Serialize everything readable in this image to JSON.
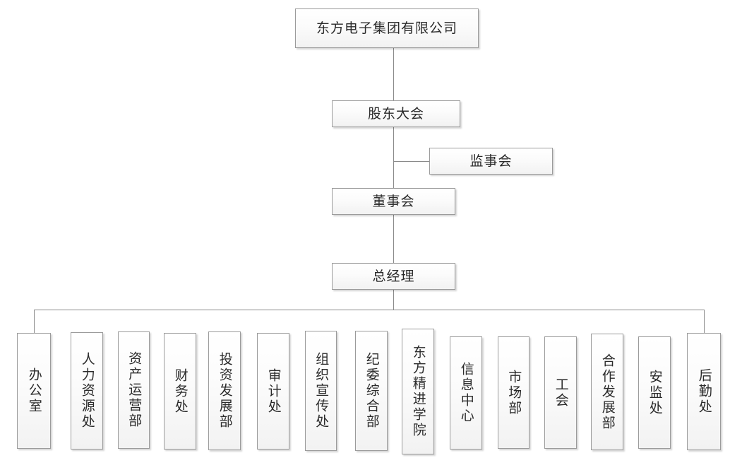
{
  "chart": {
    "title_node": {
      "label": "东方电子集团有限公司"
    },
    "governance": [
      {
        "id": "shareholders",
        "label": "股东大会"
      },
      {
        "id": "supervisors",
        "label": "监事会"
      },
      {
        "id": "board",
        "label": "董事会"
      },
      {
        "id": "general-manager",
        "label": "总经理"
      }
    ],
    "departments": [
      {
        "id": "office",
        "label": "办公室"
      },
      {
        "id": "human-resources",
        "label": "人力资源处"
      },
      {
        "id": "asset-operations",
        "label": "资产运营部"
      },
      {
        "id": "finance",
        "label": "财务处"
      },
      {
        "id": "investment-dev",
        "label": "投资发展部"
      },
      {
        "id": "audit",
        "label": "审计处"
      },
      {
        "id": "org-publicity",
        "label": "组织宣传处"
      },
      {
        "id": "discipline-general",
        "label": "纪委综合部"
      },
      {
        "id": "dongfang-academy",
        "label": "东方精进学院"
      },
      {
        "id": "information-center",
        "label": "信息中心"
      },
      {
        "id": "marketing",
        "label": "市场部"
      },
      {
        "id": "labor-union",
        "label": "工会"
      },
      {
        "id": "cooperation-dev",
        "label": "合作发展部"
      },
      {
        "id": "safety-supervision",
        "label": "安监处"
      },
      {
        "id": "logistics",
        "label": "后勤处"
      }
    ],
    "colors": {
      "box_border": "#9b9b9b",
      "box_fill_top": "#ffffff",
      "box_fill_bottom": "#f2f2f2",
      "connector": "#8a8a8a",
      "text": "#2b2b2b",
      "background": "#ffffff"
    }
  }
}
